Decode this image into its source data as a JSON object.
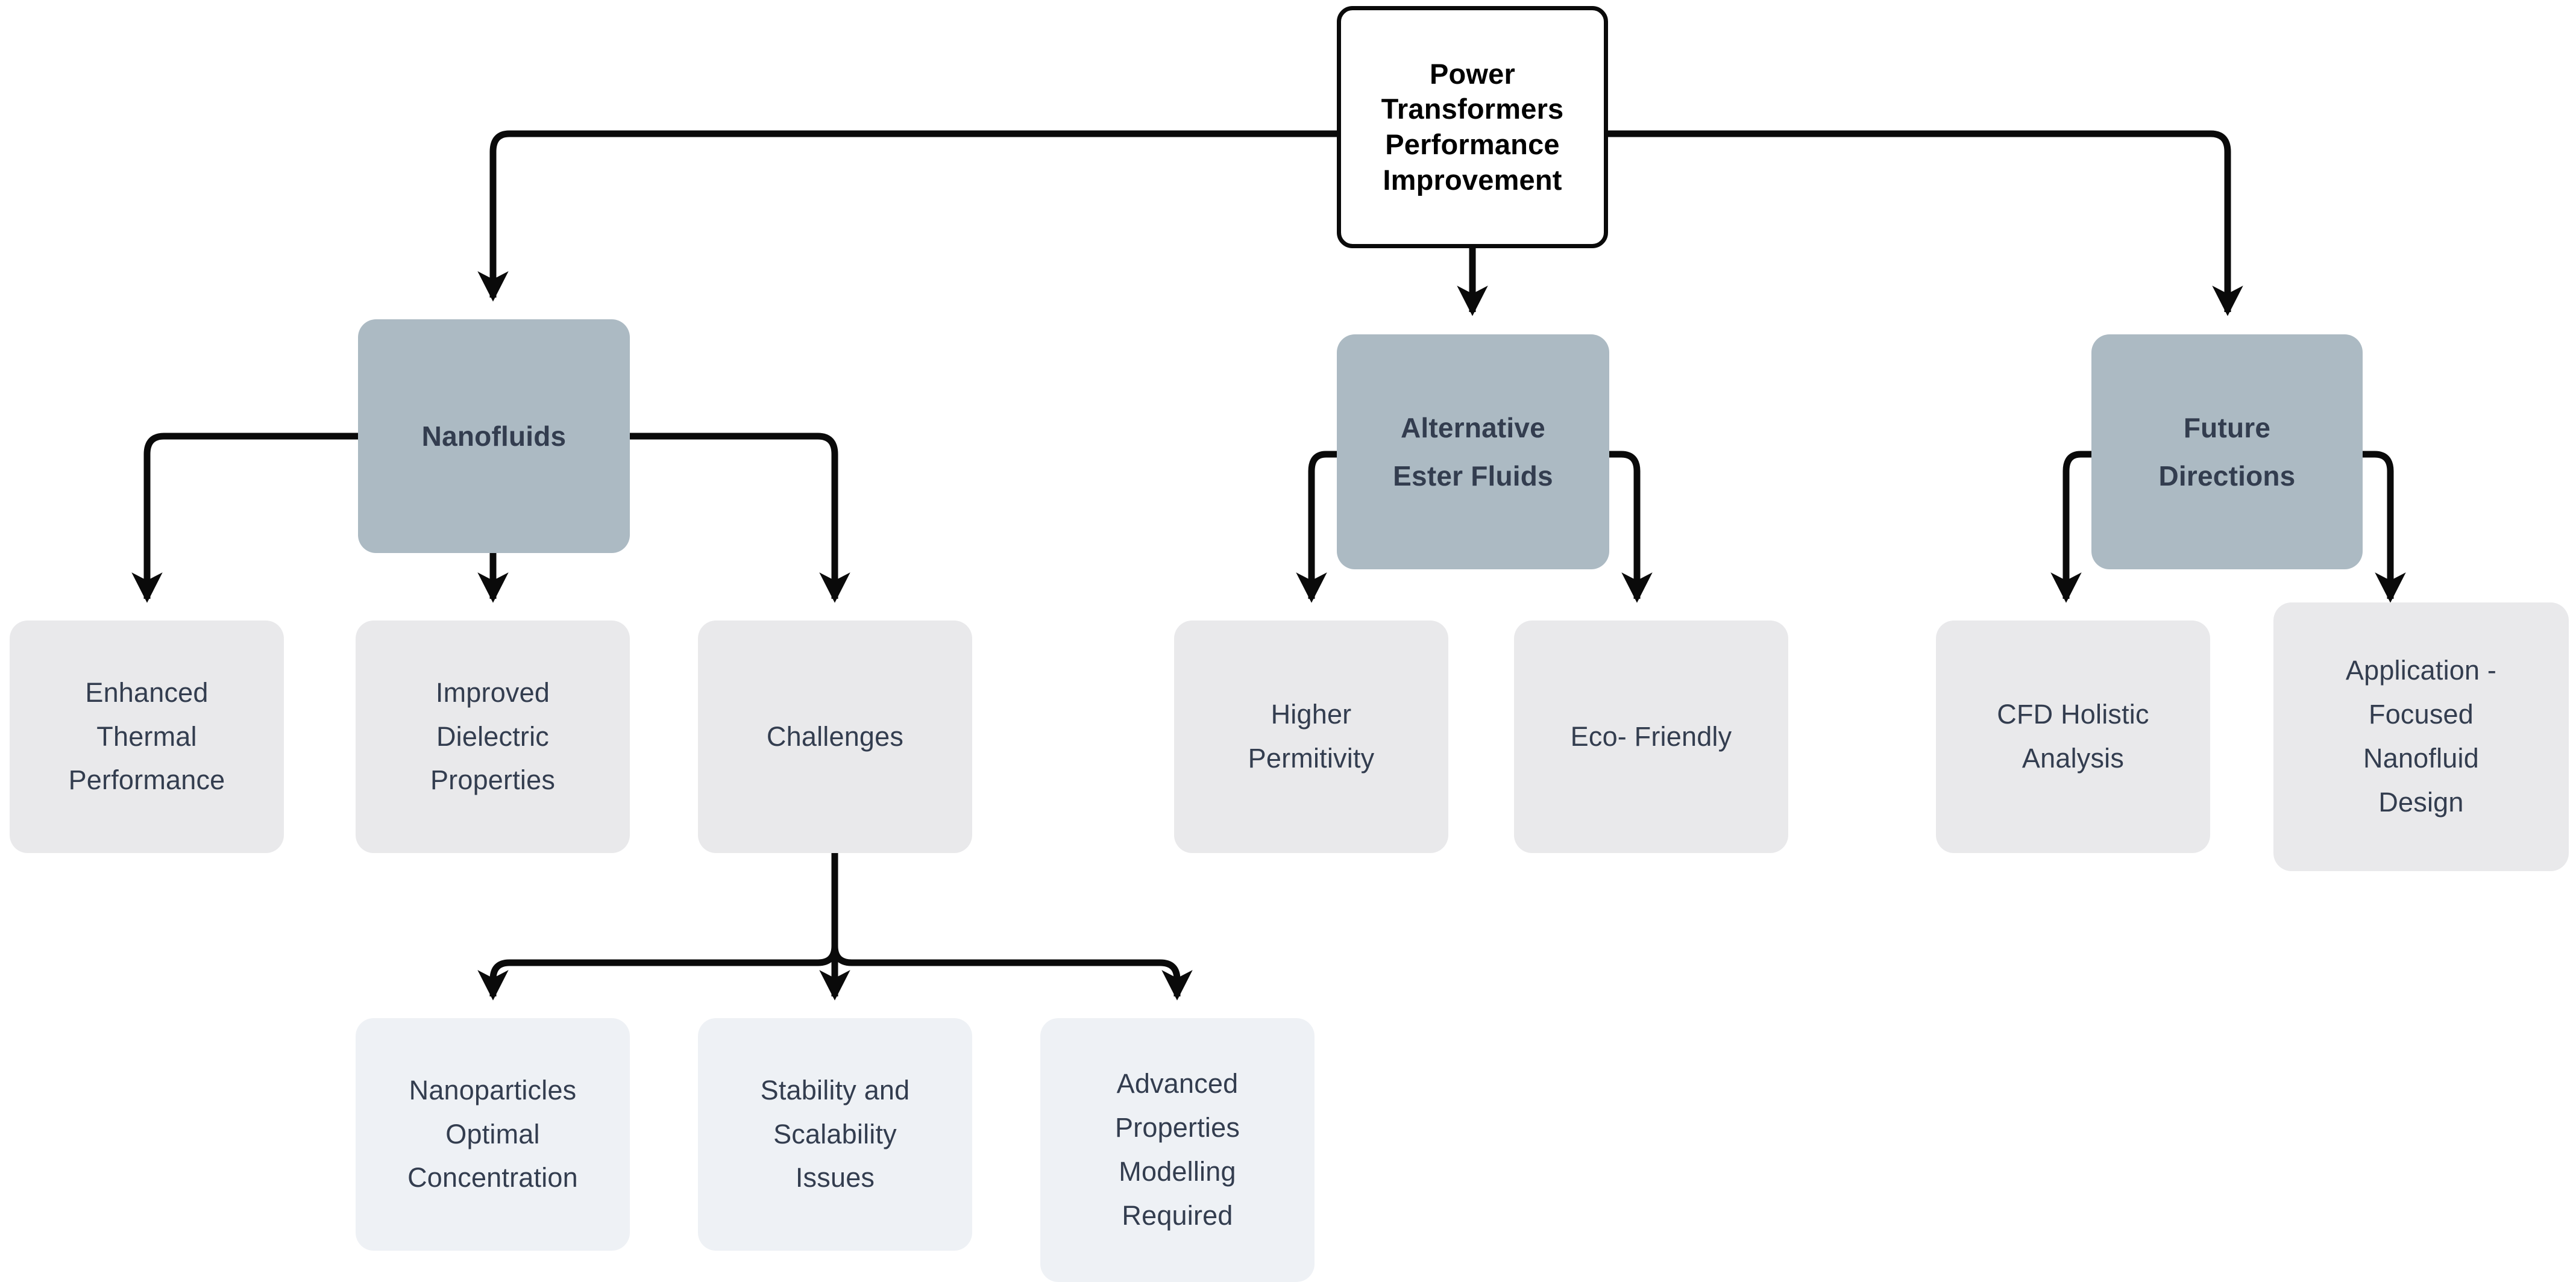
{
  "diagram": {
    "type": "flowchart",
    "orientation": "top-down",
    "title": "Power Transformers Performance Improvement",
    "colors": {
      "canvas": "#ffffff",
      "root_fill": "#ffffff",
      "root_border": "#0a0a0a",
      "branch_fill": "#acbac3",
      "leaf_fill": "#e9e9eb",
      "leaf_sub_fill": "#eef1f5",
      "text": "#333d4f",
      "root_text": "#000000",
      "edge": "#0a0a0a"
    }
  },
  "nodes": {
    "root": {
      "label": "Power\nTransformers\nPerformance\nImprovement"
    },
    "branches": [
      {
        "id": "nanofluids",
        "label": "Nanofluids"
      },
      {
        "id": "alternative-ester-fluids",
        "label": "Alternative\nEster Fluids"
      },
      {
        "id": "future-directions",
        "label": "Future\nDirections"
      }
    ],
    "leaves": [
      {
        "id": "enhanced-thermal-performance",
        "label": "Enhanced\nThermal\nPerformance",
        "parent": "nanofluids"
      },
      {
        "id": "improved-dielectric-properties",
        "label": "Improved\nDielectric\nProperties",
        "parent": "nanofluids"
      },
      {
        "id": "challenges",
        "label": "Challenges",
        "parent": "nanofluids"
      },
      {
        "id": "higher-permitivity",
        "label": "Higher\nPermitivity",
        "parent": "alternative-ester-fluids"
      },
      {
        "id": "eco-friendly",
        "label": "Eco- Friendly",
        "parent": "alternative-ester-fluids"
      },
      {
        "id": "cfd-holistic-analysis",
        "label": "CFD Holistic\nAnalysis",
        "parent": "future-directions"
      },
      {
        "id": "application-focused-nanofluid-design",
        "label": "Application -\nFocused\nNanofluid\nDesign",
        "parent": "future-directions"
      }
    ],
    "sub_leaves": [
      {
        "id": "nanoparticles-optimal-concentration",
        "label": "Nanoparticles\nOptimal\nConcentration",
        "parent": "challenges"
      },
      {
        "id": "stability-and-scalability-issues",
        "label": "Stability and\nScalability\nIssues",
        "parent": "challenges"
      },
      {
        "id": "advanced-properties-modelling-required",
        "label": "Advanced\nProperties\nModelling\nRequired",
        "parent": "challenges"
      }
    ]
  }
}
